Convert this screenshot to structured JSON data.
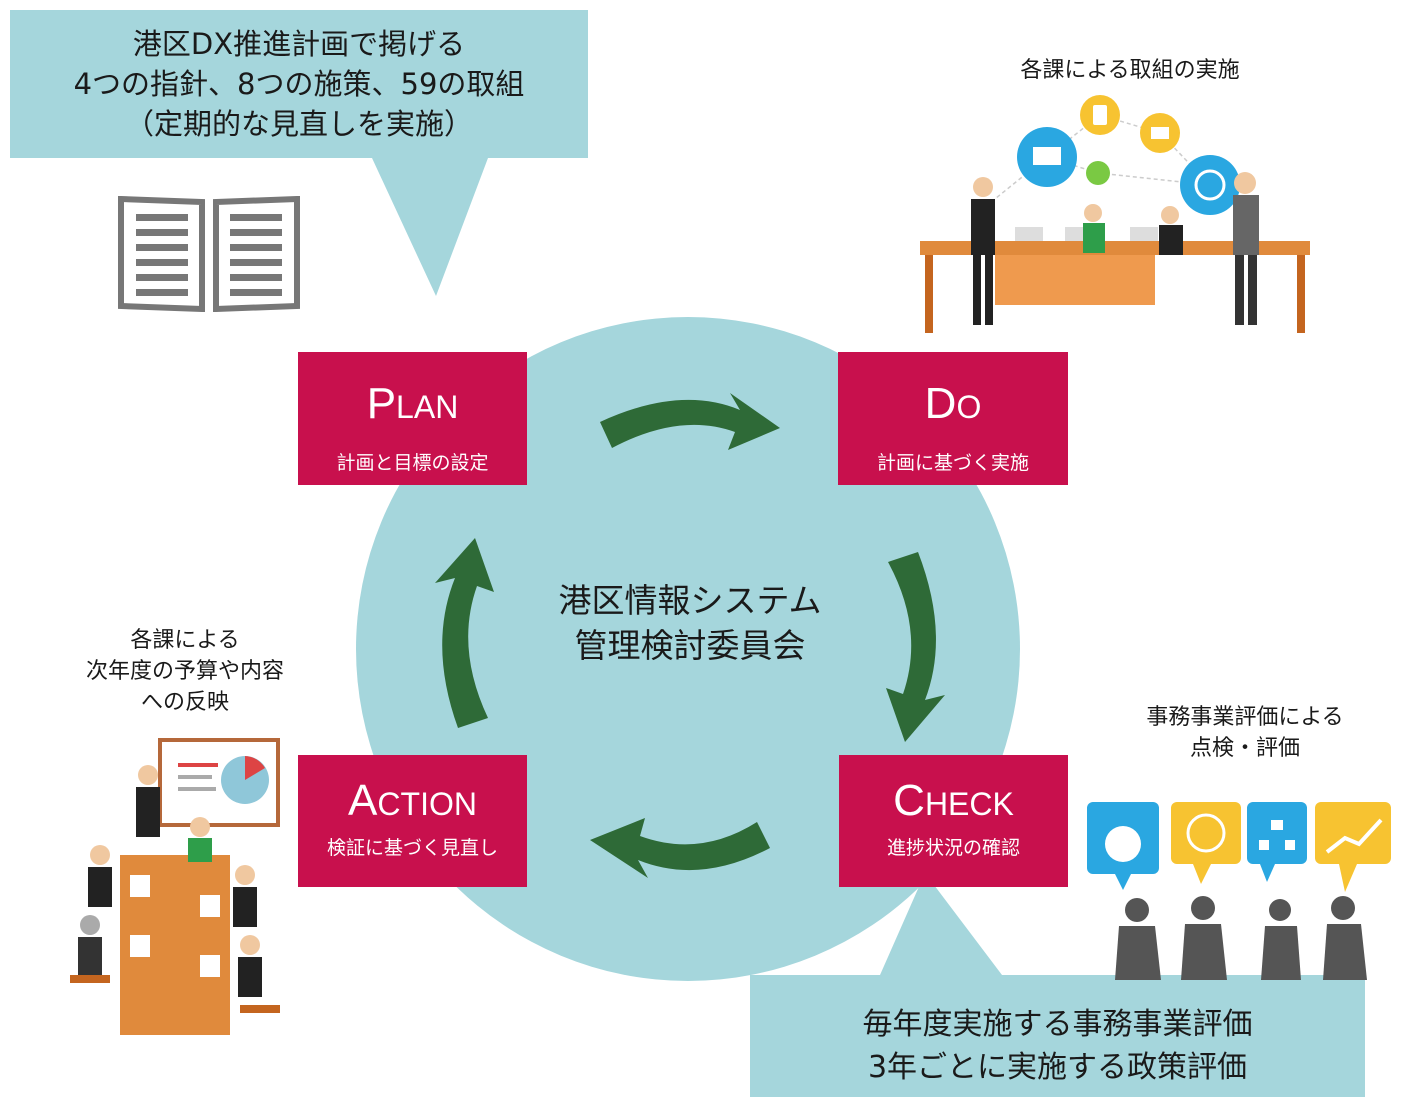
{
  "colors": {
    "circle": "#a5d6dc",
    "callout": "#a5d6dc",
    "box": "#c8104d",
    "arrow": "#2e6a37"
  },
  "plan_callout": {
    "lines": "港区DX推進計画で掲げる\n4つの指針、8つの施策、59の取組\n（定期的な見直しを実施）"
  },
  "check_callout": {
    "lines": "毎年度実施する事務事業評価\n3年ごとに実施する政策評価"
  },
  "center": {
    "title": "港区情報システム\n管理検討委員会"
  },
  "phases": {
    "plan": {
      "initial": "P",
      "rest": "LAN",
      "subtitle": "計画と目標の設定"
    },
    "do": {
      "initial": "D",
      "rest": "O",
      "subtitle": "計画に基づく実施"
    },
    "check": {
      "initial": "C",
      "rest": "HECK",
      "subtitle": "進捗状況の確認"
    },
    "action": {
      "initial": "A",
      "rest": "CTION",
      "subtitle": "検証に基づく見直し"
    }
  },
  "labels": {
    "do_label": "各課による取組の実施",
    "action_label": "各課による\n次年度の予算や内容\nへの反映",
    "check_label": "事務事業評価による\n点検・評価"
  },
  "icons": [
    "book-icon",
    "office-meeting-illustration",
    "presentation-meeting-illustration",
    "discussion-illustration",
    "yen-icon",
    "globe-icon",
    "org-chart-icon",
    "growth-chart-icon"
  ]
}
